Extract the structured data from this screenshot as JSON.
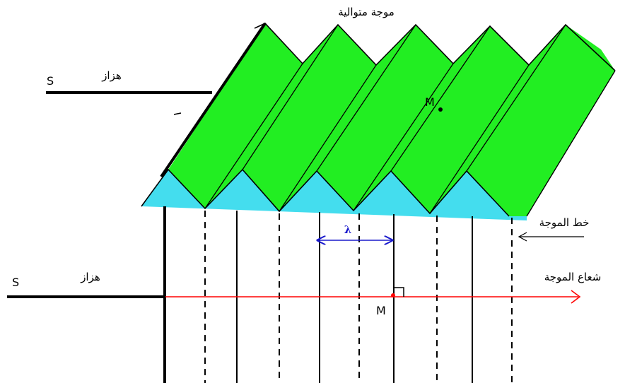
{
  "labels": {
    "title": "موجة متوالية",
    "source_top": "S",
    "vibrator_top": "هزاز",
    "source_bottom": "S",
    "vibrator_bottom": "هزاز",
    "point_top": "M",
    "point_bottom": "M",
    "wavelength": "λ",
    "wave_line": "خط الموجة",
    "wave_ray": "شعاع الموجة"
  },
  "colors": {
    "surface": "#22ee22",
    "cross_section": "#44ddee",
    "ray": "#ff0000",
    "wavelength_arrow": "#1a1acc",
    "lines": "#000000"
  },
  "crest_count": 5
}
